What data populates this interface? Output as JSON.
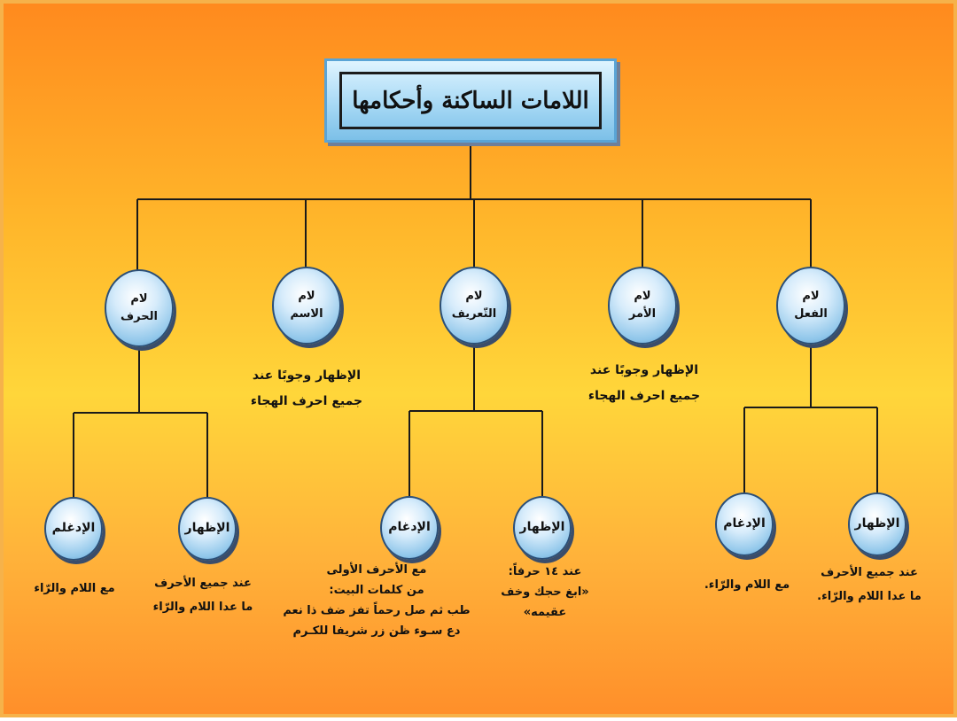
{
  "title": "اللامات الساكنة وأحكامها",
  "level1": [
    {
      "id": "harf",
      "line1": "لام",
      "line2": "الحرف"
    },
    {
      "id": "ism",
      "line1": "لام",
      "line2": "الاسم"
    },
    {
      "id": "tarif",
      "line1": "لام",
      "line2": "التّعريف"
    },
    {
      "id": "amr",
      "line1": "لام",
      "line2": "الأمر"
    },
    {
      "id": "fil",
      "line1": "لام",
      "line2": "الفعل"
    }
  ],
  "level2": [
    {
      "id": "harf_idgham",
      "label": "الإدغلم"
    },
    {
      "id": "harf_izhar",
      "label": "الإظهار"
    },
    {
      "id": "tarif_idgham",
      "label": "الإدغام"
    },
    {
      "id": "tarif_izhar",
      "label": "الإظهار"
    },
    {
      "id": "fil_idgham",
      "label": "الإدغام"
    },
    {
      "id": "fil_izhar",
      "label": "الإظهار"
    }
  ],
  "notes": {
    "ism": [
      "الإظهار وجوبًا عند",
      "جميع احرف الهجاء"
    ],
    "amr": [
      "الإظهار وجوبًا عند",
      "جميع احرف الهجاء"
    ],
    "harf_idgham": [
      "مع اللام والرّاء"
    ],
    "harf_izhar": [
      "عند جميع الأحرف",
      "ما عدا اللام والرّاء"
    ],
    "tarif_idgham": [
      "مع الأحرف الأولى",
      "من كلمات البيت:",
      "طب ثم صل رحماً تفز ضف ذا نعم",
      "دع سـوء ظن زر شريفا للكـرم"
    ],
    "tarif_izhar": [
      "عند ١٤ حرفاً:",
      "«ابغ حجك وخف",
      "عقيمه»"
    ],
    "fil_idgham": [
      "مع اللام والرّاء."
    ],
    "fil_izhar": [
      "عند جميع الأحرف",
      "ما عدا اللام والرّاء."
    ]
  }
}
